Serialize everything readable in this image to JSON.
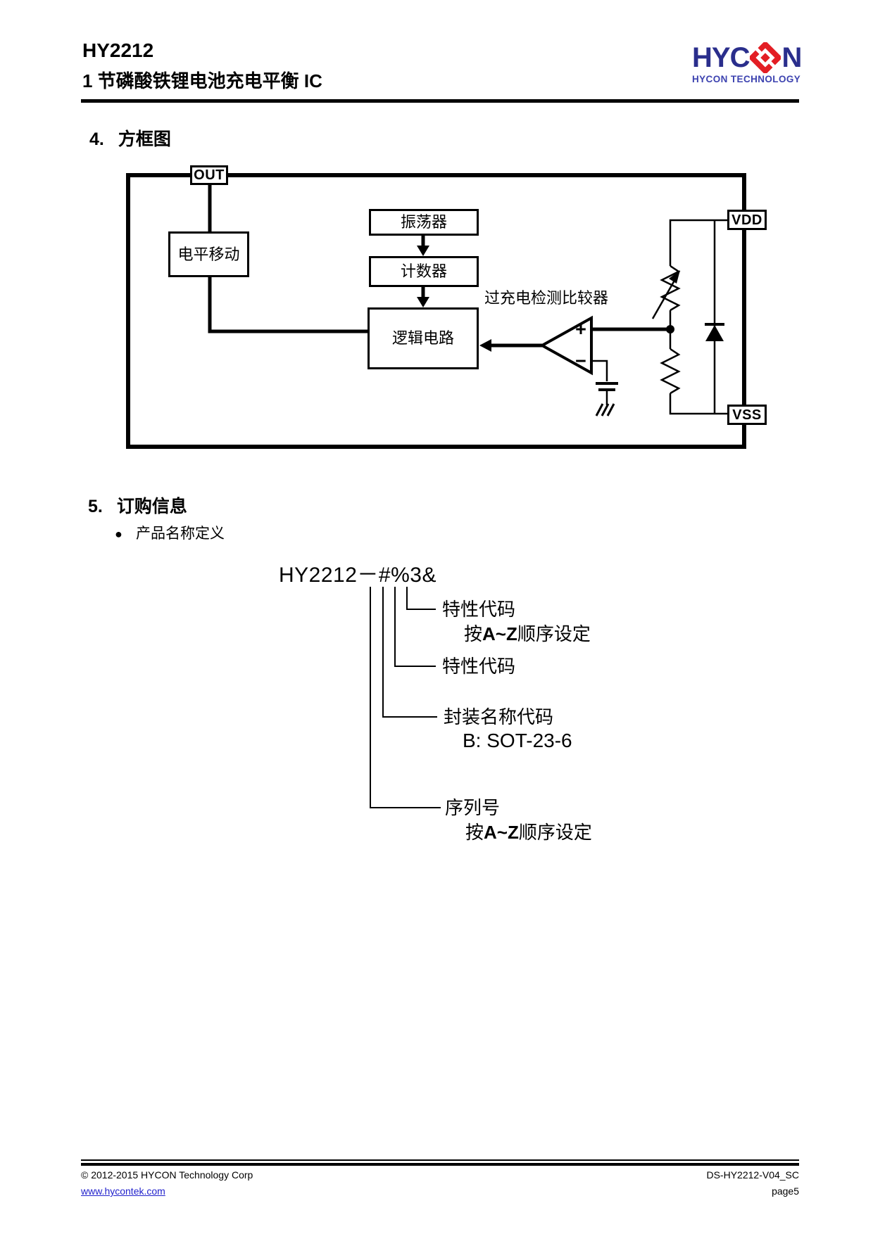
{
  "header": {
    "title": "HY2212",
    "subtitle": "1 节磷酸铁锂电池充电平衡 IC",
    "logo": {
      "left": "HYC",
      "right": "N",
      "tagline": "HYCON TECHNOLOGY"
    }
  },
  "block_diagram": {
    "section_number": "4.",
    "section_title": "方框图",
    "pins": {
      "out": "OUT",
      "vdd": "VDD",
      "vss": "VSS"
    },
    "blocks": {
      "level_shift": "电平移动",
      "oscillator": "振荡器",
      "counter": "计数器",
      "logic": "逻辑电路"
    },
    "comparator_label": "过充电检测比较器",
    "comparator_plus": "+",
    "comparator_minus": "−"
  },
  "ordering": {
    "section_number": "5.",
    "section_title": "订购信息",
    "bullet_glyph": "●",
    "bullet_label": "产品名称定义",
    "part_number": "HY2212－#%3&",
    "feature_code_1": {
      "label": "特性代码",
      "sub_before": "按",
      "sub_code": "A~Z",
      "sub_after": "顺序设定"
    },
    "feature_code_2": {
      "label": "特性代码"
    },
    "package_code": {
      "label": "封装名称代码",
      "sub": "B: SOT-23-6"
    },
    "serial_number": {
      "label": "序列号",
      "sub_before": "按",
      "sub_code": "A~Z",
      "sub_after": "顺序设定"
    }
  },
  "footer": {
    "copyright": "© 2012-2015 HYCON Technology Corp",
    "website": "www.hycontek.com",
    "doc_id": "DS-HY2212-V04_SC",
    "page": "page5"
  },
  "colors": {
    "logo_navy": "#2A2E8C",
    "logo_red": "#E31E24",
    "logo_tagline_blue": "#3D43B0",
    "link_blue": "#2222CC",
    "text_black": "#000000"
  }
}
